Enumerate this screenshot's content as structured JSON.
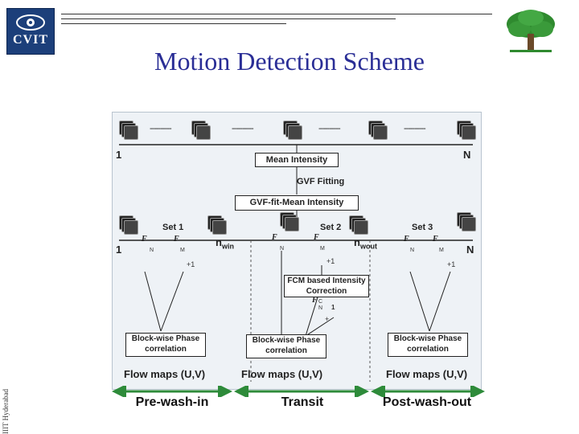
{
  "logo": {
    "text": "CVIT"
  },
  "title": "Motion Detection Scheme",
  "footer_vertical": "IIIT Hyderabad",
  "diagram": {
    "axis_start_top": "1",
    "axis_end_top": "N",
    "mean_intensity": "Mean Intensity",
    "gvf_fitting": "GVF Fitting",
    "gvf_fit_mean": "GVF-fit-Mean Intensity",
    "set1": "Set 1",
    "set2": "Set 2",
    "set3": "Set 3",
    "axis_start_mid": "1",
    "axis_end_mid": "N",
    "n_win": "n",
    "n_win_sub": "win",
    "n_wout": "n",
    "n_wout_sub": "wout",
    "f_letter": "F",
    "sub_n": "N",
    "sub_m": "M",
    "sub_n1": "N",
    "plus1": "+1",
    "plus": "+",
    "fcm_line1": "FCM based Intensity",
    "fcm_line2": "Correction",
    "fc_letter": "F",
    "fc_sub": "C",
    "fc_n": "N",
    "fc_1": "1",
    "block_line1": "Block-wise Phase",
    "block_line2": "correlation",
    "flow_maps": "Flow maps (U,V)",
    "dashes": "----------"
  },
  "phases": [
    "Pre-wash-in",
    "Transit",
    "Post-wash-out"
  ],
  "colors": {
    "title": "#2a2e96",
    "arrow": "#2e8b3a",
    "logo_bg": "#1c3f7a",
    "tree": "#2f8a2f"
  }
}
